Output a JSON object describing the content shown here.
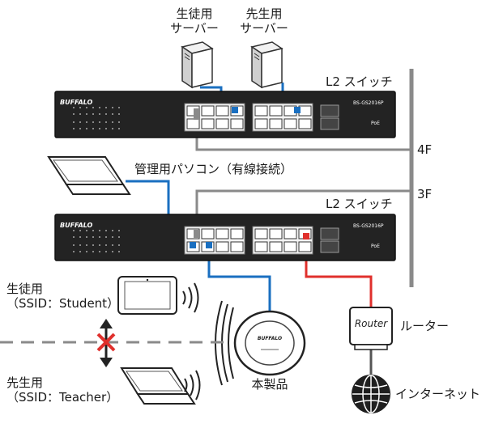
{
  "servers": {
    "student": {
      "line1": "生徒用",
      "line2": "サーバー"
    },
    "teacher": {
      "line1": "先生用",
      "line2": "サーバー"
    }
  },
  "switches": {
    "top": {
      "label": "L2 スイッチ",
      "brand": "BUFFALO",
      "model": "BS-GS2016P",
      "poe": "PoE"
    },
    "bottom": {
      "label": "L2 スイッチ",
      "brand": "BUFFALO",
      "model": "BS-GS2016P",
      "poe": "PoE"
    }
  },
  "floors": {
    "f4": "4F",
    "f3": "3F"
  },
  "admin_pc": {
    "label": "管理用パソコン（有線接続）"
  },
  "student": {
    "line1": "生徒用",
    "line2": "（SSID：Student）"
  },
  "teacher": {
    "line1": "先生用",
    "line2": "（SSID：Teacher）"
  },
  "router": {
    "label": "ルーター",
    "device_text": "Router"
  },
  "ap": {
    "label": "本製品",
    "brand": "BUFFALO"
  },
  "internet": {
    "label": "インターネット"
  },
  "colors": {
    "blue": "#1a6fc0",
    "red": "#e0302c",
    "gray": "#8a8a8a",
    "dark": "#1f1f1f"
  }
}
